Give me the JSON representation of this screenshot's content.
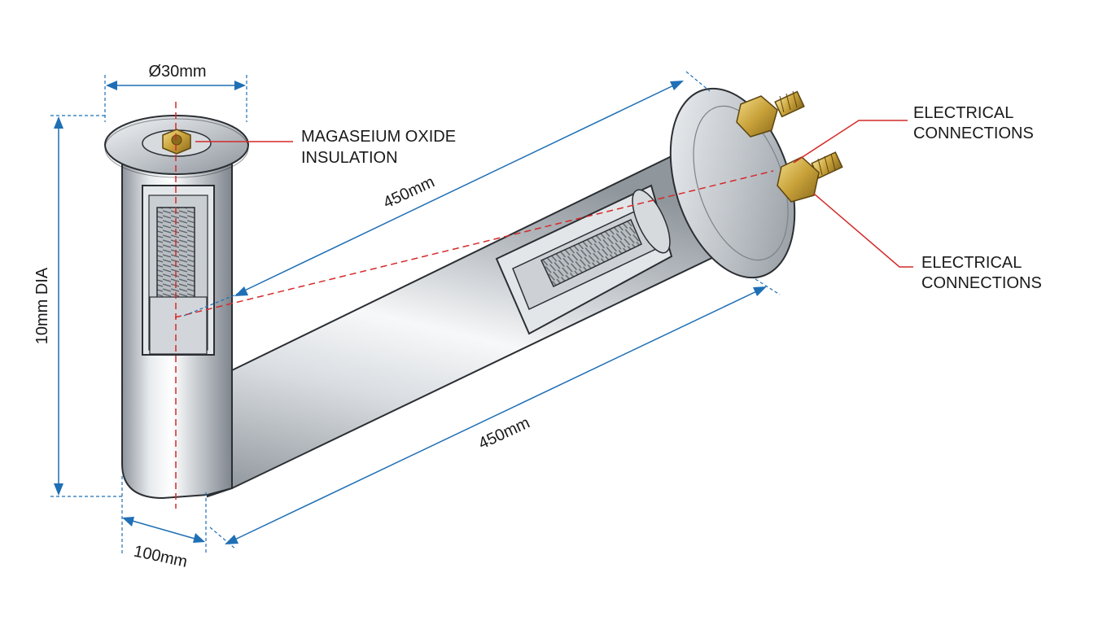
{
  "dimensions": {
    "top_diameter": "Ø30mm",
    "height": "10mm DIA",
    "bottom_width": "100mm",
    "upper_length": "450mm",
    "lower_length": "450mm"
  },
  "labels": {
    "insulation_line1": "MAGASEIUM OXIDE",
    "insulation_line2": "INSULATION",
    "conn_top_line1": "ELECTRICAL",
    "conn_top_line2": "CONNECTIONS",
    "conn_bottom_line1": "ELECTRICAL",
    "conn_bottom_line2": "CONNECTIONS"
  },
  "colors": {
    "dimension": "#1f6fb5",
    "leader": "#d42a2a",
    "centerline": "#d42a2a",
    "steel": "#c7ccd1",
    "brass": "#c9a23a"
  }
}
